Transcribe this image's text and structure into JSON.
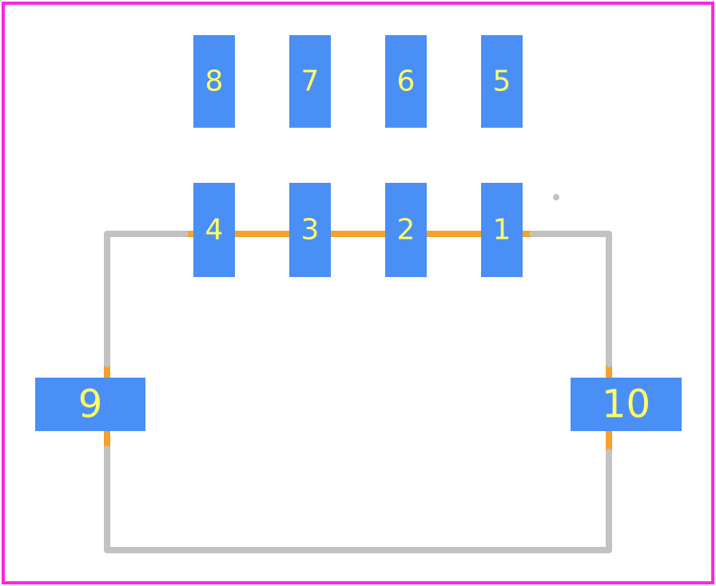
{
  "colors": {
    "background": "#ffffff",
    "courtyard": "#ff26e2",
    "pad": "#4a8ff5",
    "pad_label": "#ffff66",
    "silkscreen": "#c2c2c2",
    "fab_layer": "#f5a12a"
  },
  "pads": [
    {
      "number": "8"
    },
    {
      "number": "7"
    },
    {
      "number": "6"
    },
    {
      "number": "5"
    },
    {
      "number": "4"
    },
    {
      "number": "3"
    },
    {
      "number": "2"
    },
    {
      "number": "1"
    },
    {
      "number": "9"
    },
    {
      "number": "10"
    }
  ]
}
